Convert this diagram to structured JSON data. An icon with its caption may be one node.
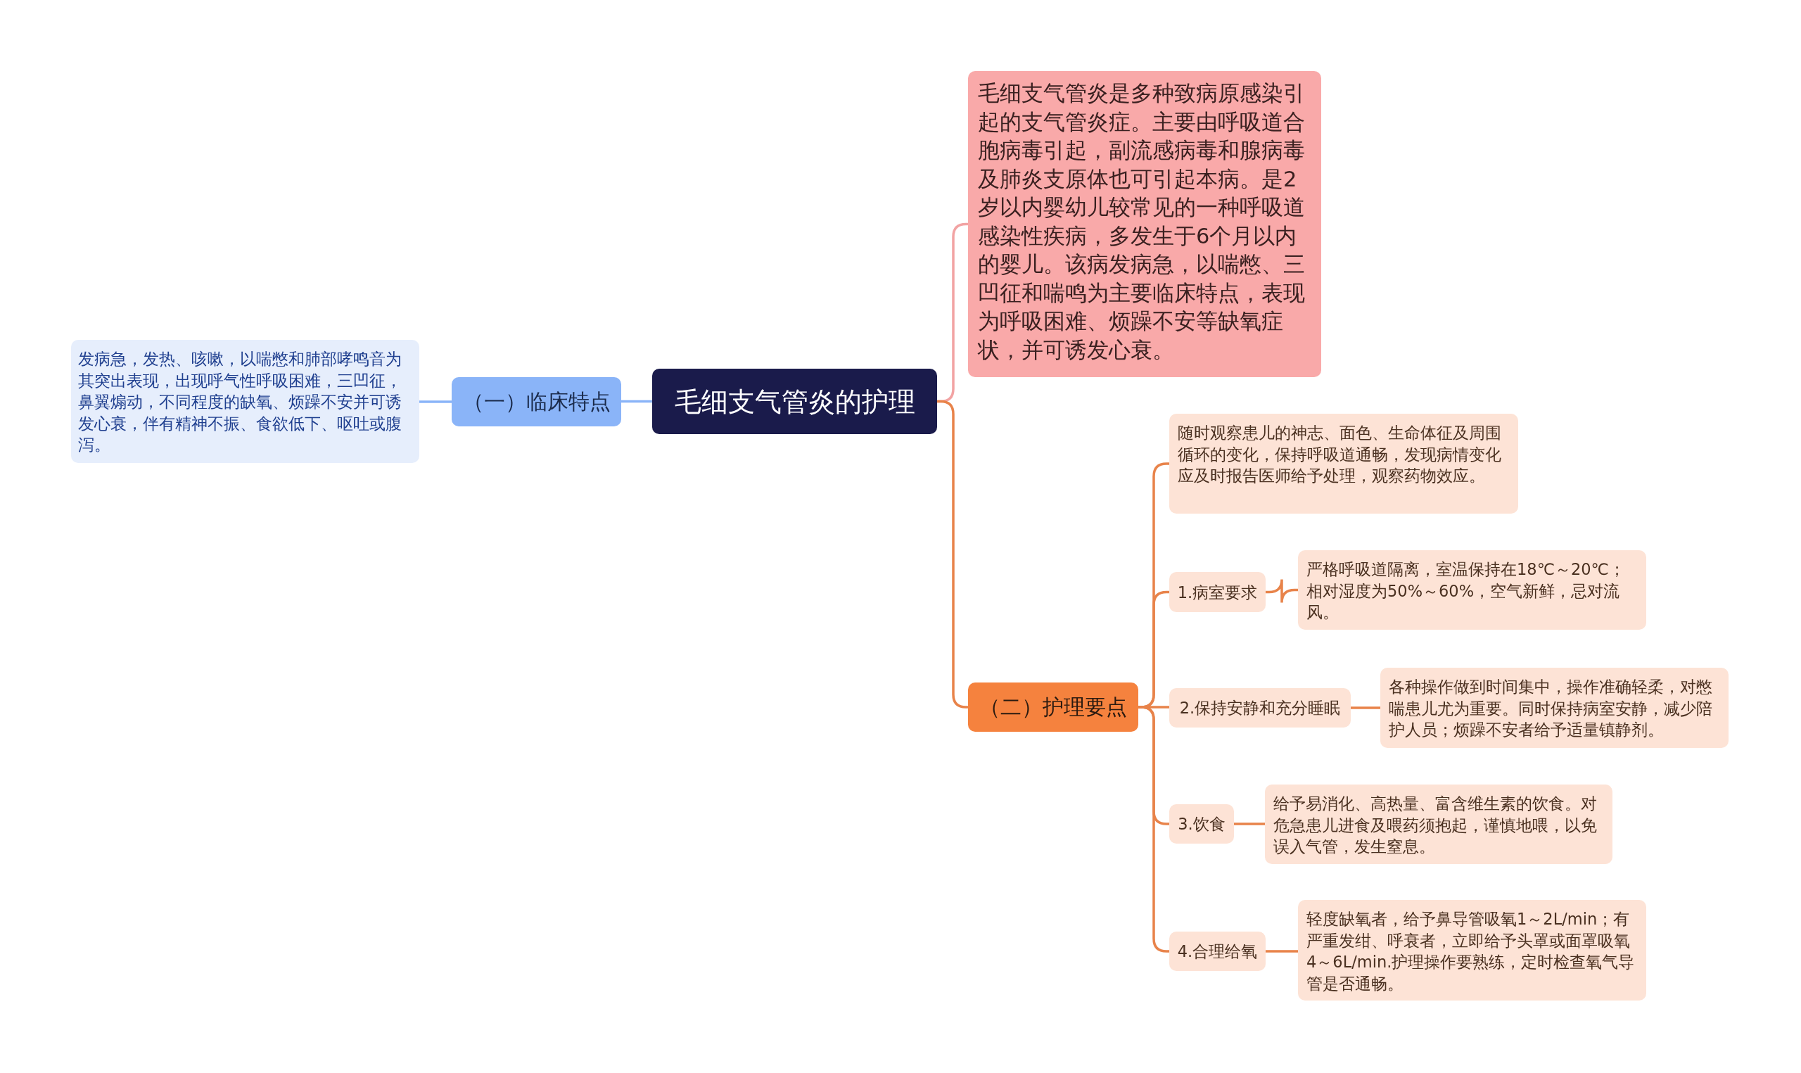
{
  "diagram": {
    "nodes": [
      {
        "text": [
          "毛细支气管炎的护理"
        ]
      },
      {
        "text": [
          "（一）临床特点"
        ]
      },
      {
        "text": [
          "发病急，发热、咳嗽，以喘憋和肺部哮鸣音为其突出表现，出现呼气性呼吸困难，三凹征，鼻翼煽动，不同程度的缺氧、烦躁不安并可诱发心衰，伴有精神不振、食欲低下、呕吐或腹泻。"
        ]
      },
      {
        "text": [
          "毛细支气管炎是多种致病原感染引起的支气管炎症。主要由呼吸道合胞病毒引起，副流感病毒和腺病毒及肺炎支原体也可引起本病。是2岁以内婴幼儿较常见的一种呼吸道感染性疾病，多发生于6个月以内的婴儿。该病发病急，以喘憋、三凹征和喘鸣为主要临床特点，表现为呼吸困难、烦躁不安等缺氧症状，并可诱发心衰。"
        ]
      },
      {
        "text": [
          "（二）护理要点"
        ]
      },
      {
        "text": [
          "随时观察患儿的神志、面色、生命体征及周围循环的变化，保持呼吸道通畅，发现病情变化应及时报告医师给予处理，观察药物效应。"
        ]
      },
      {
        "text": [
          "1.病室要求"
        ]
      },
      {
        "text": [
          "严格呼吸道隔离，室温保持在18℃～20℃；相对湿度为50%～60%，空气新鲜，忌对流风。"
        ]
      },
      {
        "text": [
          "2.保持安静和充分睡眠"
        ]
      },
      {
        "text": [
          "各种操作做到时间集中，操作准确轻柔，对憋喘患儿尤为重要。同时保持病室安静，减少陪护人员；烦躁不安者给予适量镇静剂。"
        ]
      },
      {
        "text": [
          "3.饮食"
        ]
      },
      {
        "text": [
          "给予易消化、高热量、富含维生素的饮食。对危急患儿进食及喂药须抱起，谨慎地喂，以免误入气管，发生窒息。"
        ]
      },
      {
        "text": [
          "4.合理给氧"
        ]
      },
      {
        "text": [
          "轻度缺氧者，给予鼻导管吸氧1～2L/min；有严重发绀、呼衰者，立即给予头罩或面罩吸氧4～6L/min.护理操作要熟练，定时检查氧气导管是否通畅。"
        ]
      }
    ],
    "edges": [
      {
        "from": 0,
        "to": 1,
        "arrow": "none",
        "color": "#8ab4f8"
      },
      {
        "from": 1,
        "to": 2,
        "arrow": "none",
        "color": "#8ab4f8"
      },
      {
        "from": 0,
        "to": 3,
        "arrow": "none",
        "color": "#f2a3a3"
      },
      {
        "from": 0,
        "to": 4,
        "arrow": "none"
      },
      {
        "from": 4,
        "to": 5,
        "arrow": "none"
      },
      {
        "from": 4,
        "to": 6,
        "arrow": "none"
      },
      {
        "from": 6,
        "to": 7,
        "arrow": "none"
      },
      {
        "from": 4,
        "to": 8,
        "arrow": "none"
      },
      {
        "from": 8,
        "to": 9,
        "arrow": "none"
      },
      {
        "from": 4,
        "to": 10,
        "arrow": "none"
      },
      {
        "from": 10,
        "to": 11,
        "arrow": "none"
      },
      {
        "from": 4,
        "to": 12,
        "arrow": "none"
      },
      {
        "from": 12,
        "to": 13,
        "arrow": "none"
      }
    ]
  }
}
